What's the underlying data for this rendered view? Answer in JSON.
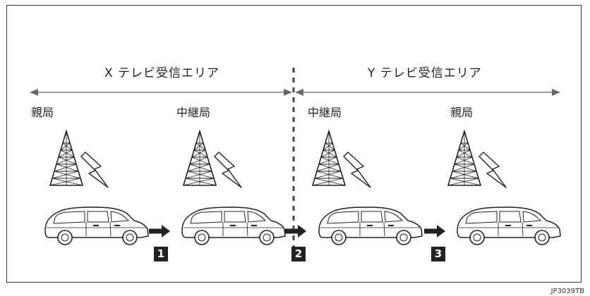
{
  "areas": {
    "x_label": "X テレビ受信エリア",
    "y_label": "Y テレビ受信エリア"
  },
  "stations": [
    {
      "label": "親局"
    },
    {
      "label": "中継局"
    },
    {
      "label": "中継局"
    },
    {
      "label": "親局"
    }
  ],
  "steps": [
    "1",
    "2",
    "3"
  ],
  "figure_code": "JP3039TB",
  "colors": {
    "line": "#222222",
    "arrow_line": "#666666",
    "step_bg": "#222222"
  }
}
